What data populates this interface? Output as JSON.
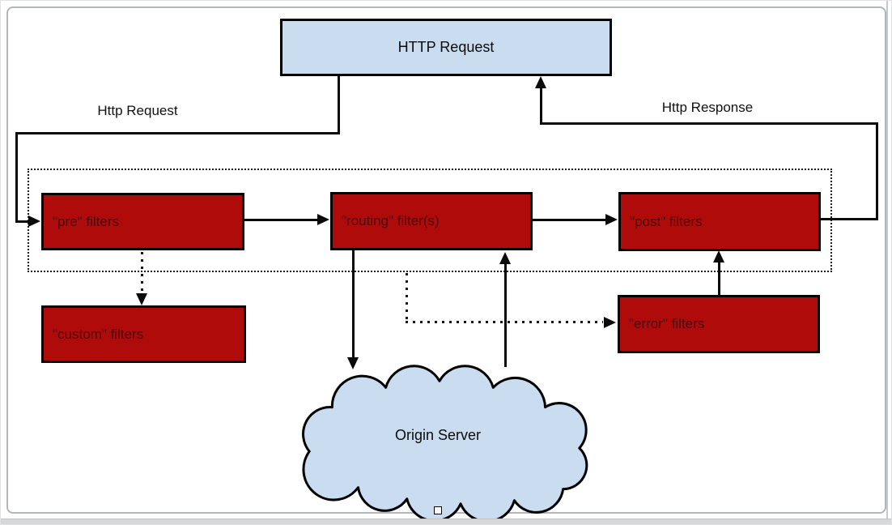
{
  "nodes": {
    "http_request": {
      "label": "HTTP Request"
    },
    "pre": {
      "label": "\"pre\" filters"
    },
    "routing": {
      "label": "\"routing\" filter(s)"
    },
    "post": {
      "label": "\"post\" filters"
    },
    "custom": {
      "label": "\"custom\" filters"
    },
    "error": {
      "label": "\"error\" filters"
    },
    "origin_server": {
      "label": "Origin Server"
    }
  },
  "edge_labels": {
    "request": "Http Request",
    "response": "Http Response"
  },
  "colors": {
    "filter_box_fill": "#b00b0b",
    "filter_box_text": "#4a0808",
    "blue_fill": "#c9dcf0",
    "line": "#0a0a0a",
    "slide_border": "#b3b6b8"
  }
}
